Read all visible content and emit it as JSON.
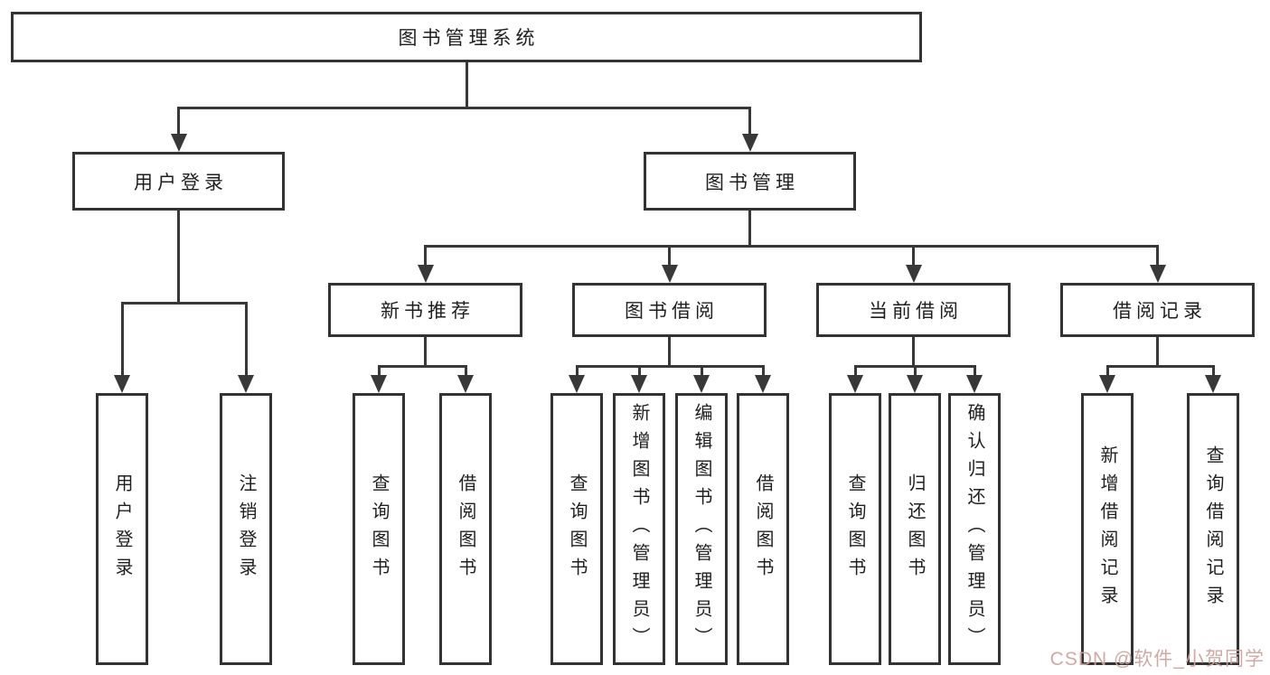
{
  "diagram": {
    "tree": {
      "label": "图书管理系统",
      "children": [
        {
          "label": "用户登录",
          "children": [
            {
              "label": "用户登录"
            },
            {
              "label": "注销登录"
            }
          ]
        },
        {
          "label": "图书管理",
          "children": [
            {
              "label": "新书推荐",
              "children": [
                {
                  "label": "查询图书"
                },
                {
                  "label": "借阅图书"
                }
              ]
            },
            {
              "label": "图书借阅",
              "children": [
                {
                  "label": "查询图书"
                },
                {
                  "label": "新增图书（管理员）"
                },
                {
                  "label": "编辑图书（管理员）"
                },
                {
                  "label": "借阅图书"
                }
              ]
            },
            {
              "label": "当前借阅",
              "children": [
                {
                  "label": "查询图书"
                },
                {
                  "label": "归还图书"
                },
                {
                  "label": "确认归还（管理员）"
                }
              ]
            },
            {
              "label": "借阅记录",
              "children": [
                {
                  "label": "新增借阅记录"
                },
                {
                  "label": "查询借阅记录"
                }
              ]
            }
          ]
        }
      ]
    }
  },
  "watermark": {
    "text": "CSDN @软件_小贺同学"
  },
  "colors": {
    "background": "#ffffff",
    "line": "#383838",
    "box_border": "#333333",
    "text": "#1f1f1f",
    "watermark": "#cfa49e"
  }
}
